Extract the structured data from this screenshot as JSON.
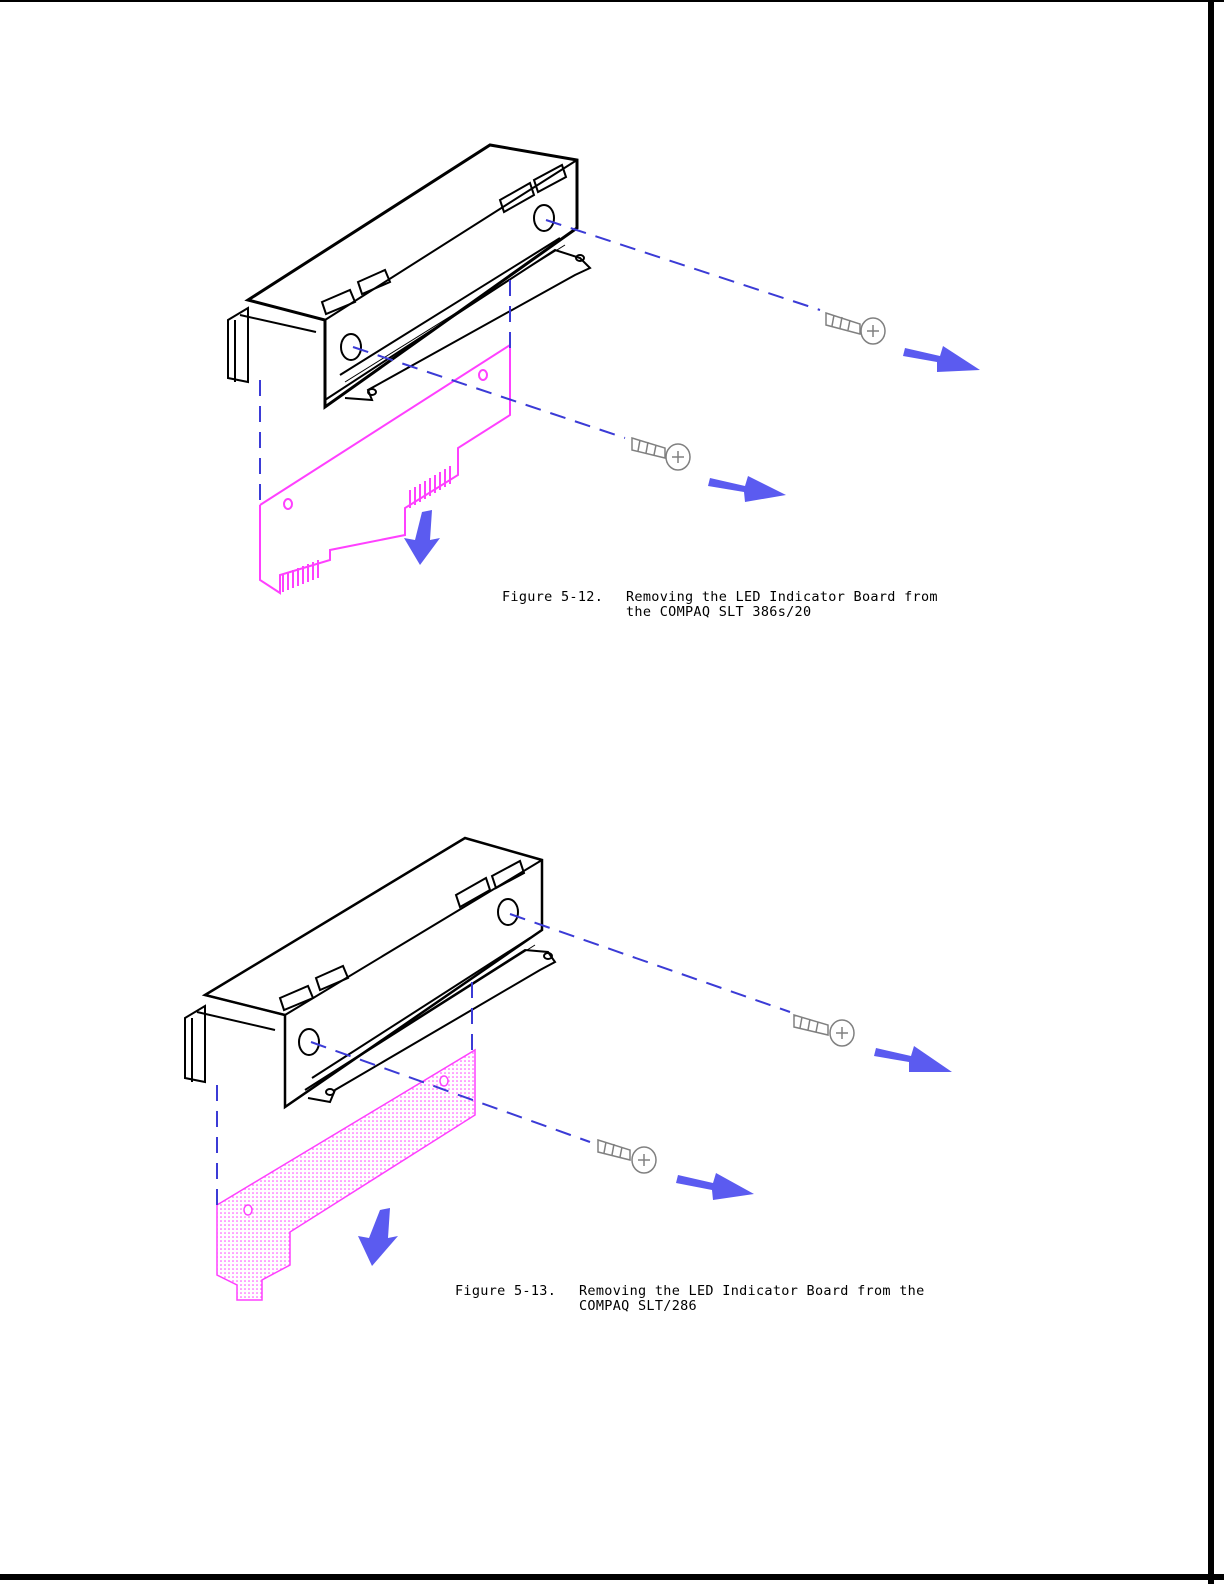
{
  "figures": [
    {
      "number": "Figure 5-12.",
      "title_line1": "Removing the LED Indicator Board from",
      "title_line2": "the COMPAQ SLT 386s/20"
    },
    {
      "number": "Figure 5-13.",
      "title_line1": "Removing the LED Indicator Board from the",
      "title_line2": "COMPAQ SLT/286"
    }
  ],
  "colors": {
    "line": "#000000",
    "board": "#ff40ff",
    "guide": "#3b3bd6",
    "arrow": "#5b5bf0",
    "screw": "#808080"
  },
  "icons": [
    "down-arrow-icon",
    "right-arrow-icon",
    "screw-icon"
  ]
}
